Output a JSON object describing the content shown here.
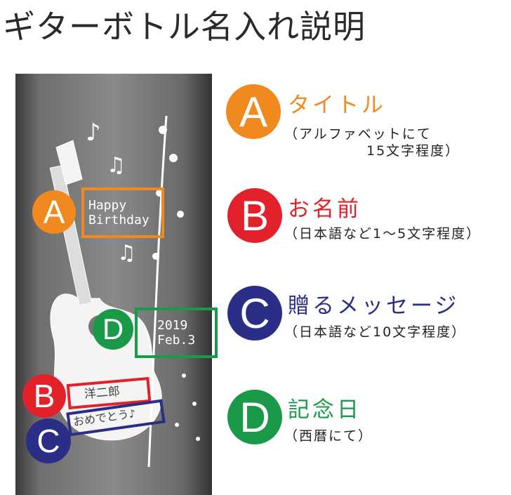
{
  "title": "ギターボトル名入れ説明",
  "colors": {
    "A": "#f08a1e",
    "B": "#e3212b",
    "C": "#2b2e86",
    "D": "#1a9a48"
  },
  "bottle": {
    "title_text_line1": "Happy",
    "title_text_line2": "Birthday",
    "date_line1": "2019",
    "date_line2": "Feb.3",
    "name_text": "洋二郎",
    "message_text": "おめでとう♪"
  },
  "legend": [
    {
      "letter": "A",
      "label": "タイトル",
      "note_line1": "（アルファベットにて",
      "note_line2": "15文字程度）"
    },
    {
      "letter": "B",
      "label": "お名前",
      "note_line1": "（日本語など1～5文字程度）"
    },
    {
      "letter": "C",
      "label": "贈るメッセージ",
      "note_line1": "（日本語など10文字程度）"
    },
    {
      "letter": "D",
      "label": "記念日",
      "note_line1": "（西暦にて）"
    }
  ]
}
